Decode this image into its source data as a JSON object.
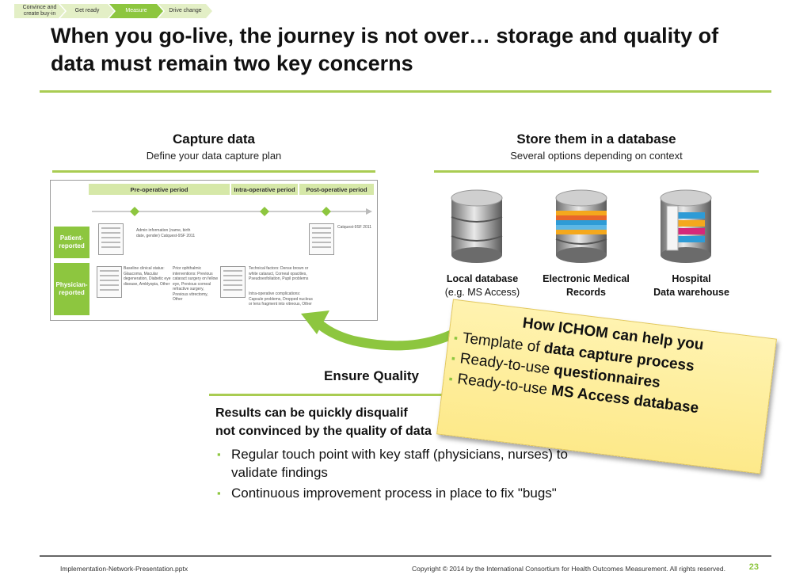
{
  "breadcrumb": {
    "steps": [
      "Convince and create buy-in",
      "Get ready",
      "Measure",
      "Drive change"
    ],
    "active_index": 2,
    "colors": {
      "active": "#8dc63f",
      "inactive": "#e3efc6"
    }
  },
  "title": "When you go-live, the journey is not over… storage and quality of data must remain two key concerns",
  "capture": {
    "heading": "Capture data",
    "subheading": "Define your data capture plan",
    "mockup": {
      "phases": [
        "Pre-operative period",
        "Intra-operative period",
        "Post-operative period"
      ],
      "rows": [
        "Patient-reported",
        "Physician-reported"
      ],
      "patient_note_1": "Admin information (name, birth date, gender) Catquest-9SF 2011",
      "patient_note_2": "Catquest-9SF 2011",
      "baseline": "Baseline clinical status: Glaucoma, Macular degeneration, Diabetic eye disease, Amblyopia, Other",
      "prior": "Prior ophthalmic interventions: Previous cataract surgery on fellow eye, Previous corneal refractive surgery, Previous vitrectomy, Other",
      "technical": "Technical factors: Dense brown or white cataract, Corneal opacities, Pseudoexfoliation, Pupil problems",
      "complications": "Intra-operative complications: Capsule problems, Dropped nucleus or lens fragment into vitreous, Other"
    }
  },
  "store": {
    "heading": "Store them in a database",
    "subheading": "Several options depending on context",
    "options": [
      {
        "line1": "Local database",
        "line2": "(e.g. MS Access)",
        "icon": "database-plain-icon"
      },
      {
        "line1": "Electronic Medical",
        "line2": "Records",
        "icon": "database-colored-icon"
      },
      {
        "line1": "Hospital",
        "line2": "Data warehouse",
        "icon": "database-warehouse-icon"
      }
    ]
  },
  "quality": {
    "heading": "Ensure Quality",
    "lead_1": "Results can be quickly disqualif",
    "lead_2": "not convinced by the quality of data",
    "bullets": [
      "Regular touch point with key staff (physicians, nurses) to validate findings",
      "Continuous improvement process in place to fix \"bugs\""
    ]
  },
  "sticky": {
    "title": "How ICHOM can help you",
    "items": [
      {
        "prefix": "Template of ",
        "bold": "data capture process"
      },
      {
        "prefix": "Ready-to-use ",
        "bold": "questionnaires"
      },
      {
        "prefix": "Ready-to-use ",
        "bold": "MS Access database"
      }
    ]
  },
  "footer": {
    "file": "Implementation-Network-Presentation.pptx",
    "copyright": "Copyright © 2014 by the International Consortium for Health Outcomes Measurement. All rights reserved.",
    "page": "23"
  },
  "colors": {
    "accent": "#8dc63f",
    "rule": "#a9cc52"
  }
}
